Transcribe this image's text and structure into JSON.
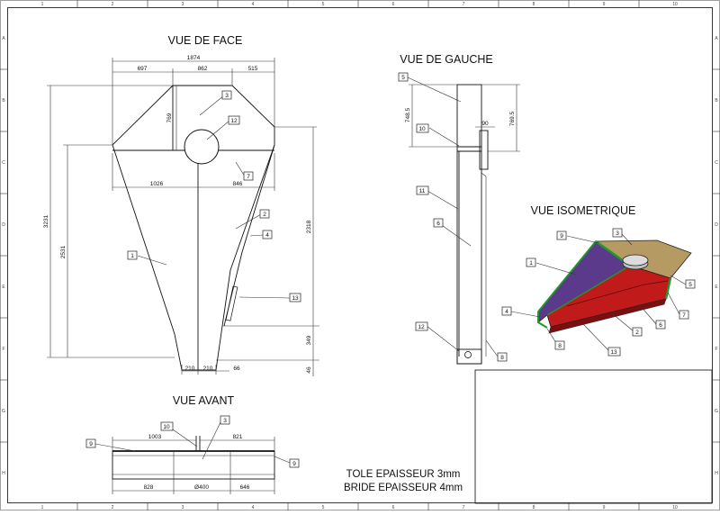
{
  "views": {
    "face": "VUE DE FACE",
    "gauche": "VUE DE GAUCHE",
    "iso": "VUE ISOMETRIQUE",
    "avant": "VUE AVANT"
  },
  "notes": {
    "tole": "TOLE EPAISSEUR 3mm",
    "bride": "BRIDE EPAISSEUR 4mm"
  },
  "grid": {
    "cols": [
      "1",
      "2",
      "3",
      "4",
      "5",
      "6",
      "7",
      "8",
      "9",
      "10"
    ],
    "rows": [
      "A",
      "B",
      "C",
      "D",
      "E",
      "F",
      "G",
      "H"
    ]
  },
  "dims": {
    "face": {
      "d1874": "1874",
      "d697": "697",
      "d862": "862",
      "d515": "515",
      "d769": "769",
      "d1026": "1026",
      "d846": "846",
      "d3231": "3231",
      "d2531": "2531",
      "d2318": "2318",
      "d349": "349",
      "d46": "46",
      "d210a": "210",
      "d210b": "210",
      "d66": "66"
    },
    "gauche": {
      "d7485": "748.5",
      "d7695": "769.5",
      "d90": "90"
    },
    "avant": {
      "d1003": "1003",
      "d821": "821",
      "d828": "828",
      "d400": "Ø400",
      "d646": "646"
    }
  },
  "tags": {
    "face": [
      "3",
      "12",
      "7",
      "2",
      "4",
      "1",
      "13"
    ],
    "gauche": [
      "5",
      "10",
      "11",
      "6",
      "12",
      "8"
    ],
    "iso": [
      "9",
      "3",
      "1",
      "5",
      "7",
      "4",
      "6",
      "2",
      "8",
      "13"
    ],
    "avant": [
      "10",
      "3",
      "9",
      "9"
    ]
  },
  "colors": {
    "purple": "#5b3a8c",
    "red": "#c11a1a",
    "dark_red": "#7e0e0e",
    "tan": "#b69a63",
    "green": "#1f9a2a",
    "grey": "#c0c0c0"
  }
}
